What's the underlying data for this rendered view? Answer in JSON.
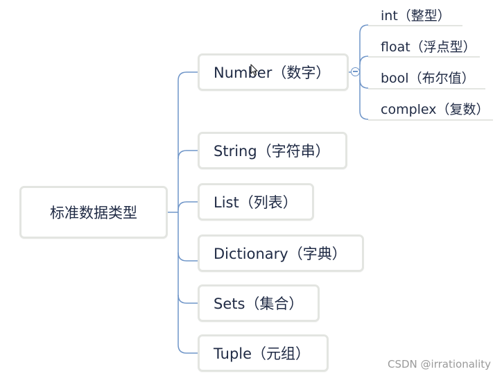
{
  "root": {
    "label": "标准数据类型"
  },
  "types": [
    {
      "label": "Number（数字）",
      "children": [
        "int（整型）",
        "float（浮点型）",
        "bool（布尔值）",
        "complex（复数）"
      ]
    },
    {
      "label": "String（字符串）"
    },
    {
      "label": "List（列表）"
    },
    {
      "label": "Dictionary（字典）"
    },
    {
      "label": "Sets（集合）"
    },
    {
      "label": "Tuple（元组）"
    }
  ],
  "watermark": "CSDN @irrationality",
  "colors": {
    "connector": "#6f95c8",
    "node_border": "#e3e5e1",
    "text": "#1f2a44"
  }
}
